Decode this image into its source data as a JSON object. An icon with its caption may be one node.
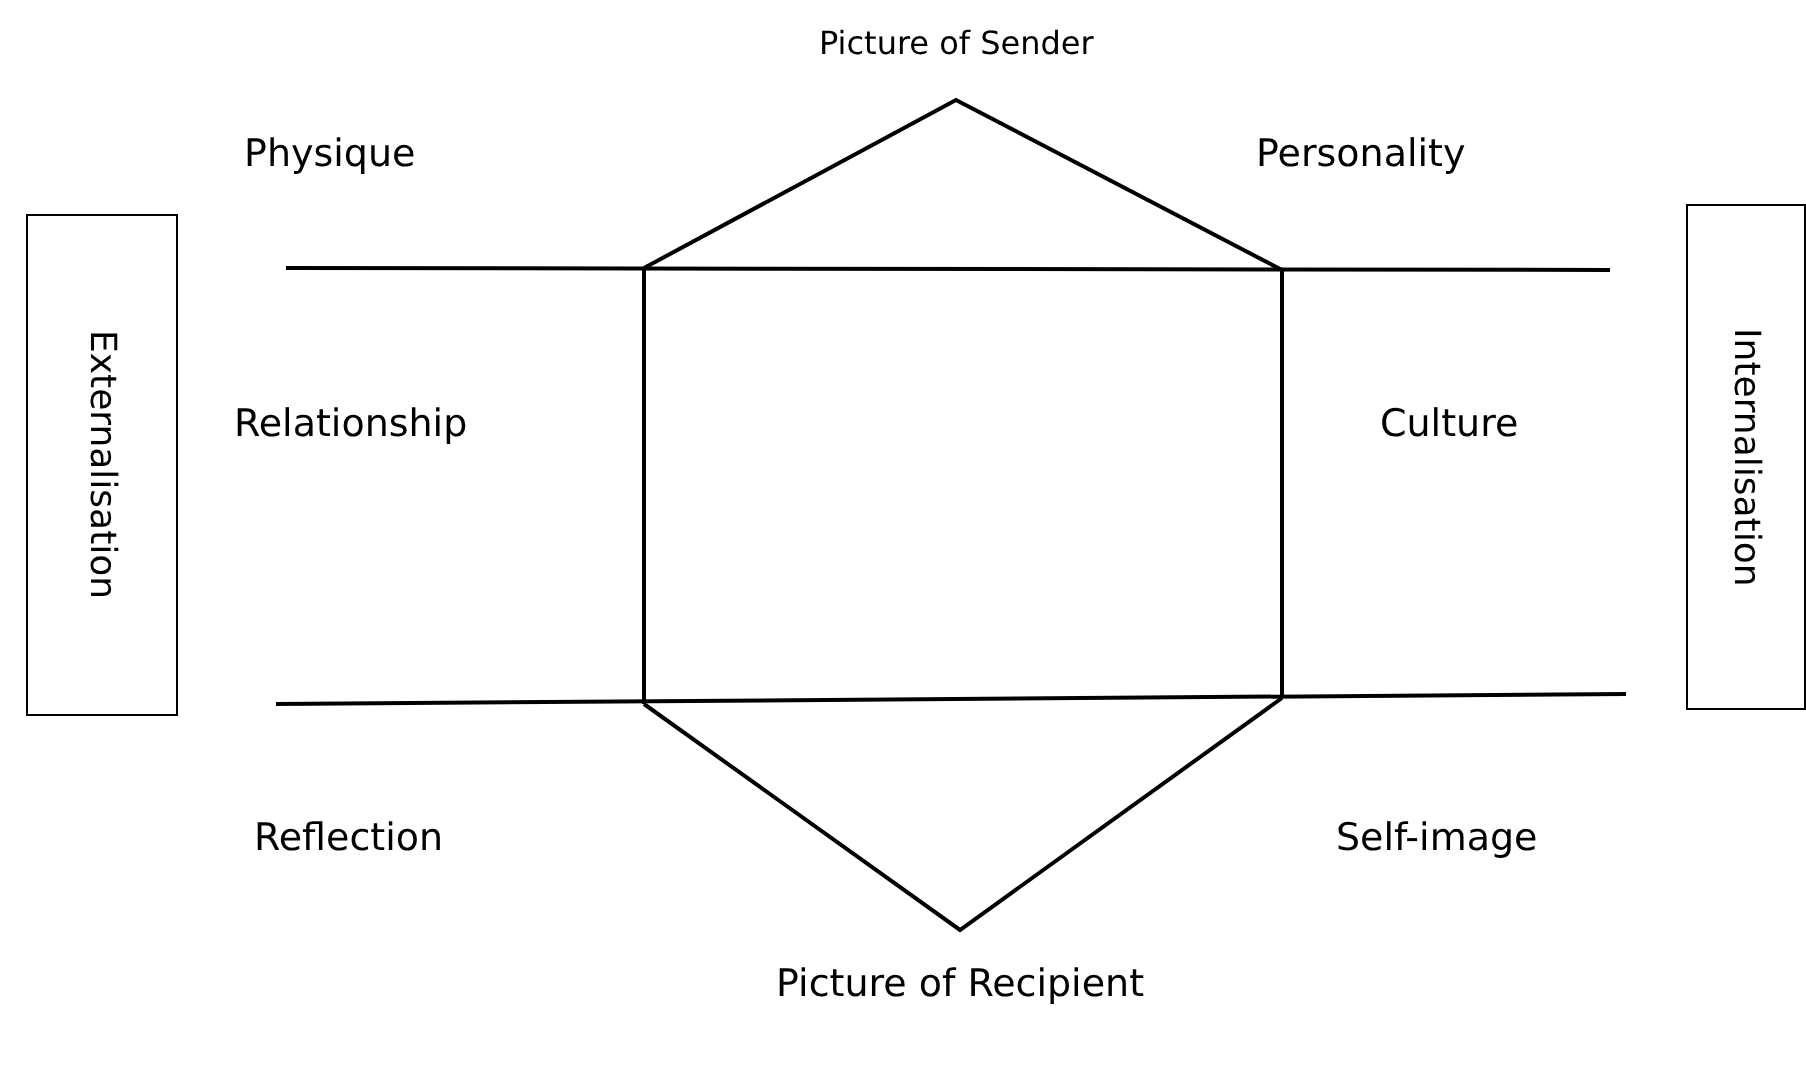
{
  "diagram": {
    "nodes": [
      {
        "text": [
          "Externalisation"
        ]
      },
      {
        "text": [
          "Internalisation"
        ]
      }
    ],
    "edges": [],
    "labels": [
      "Picture of Sender",
      "Physique",
      "Personality",
      "Relationship",
      "Culture",
      "Reflection",
      "Self-image",
      "Picture of Recipient"
    ]
  }
}
